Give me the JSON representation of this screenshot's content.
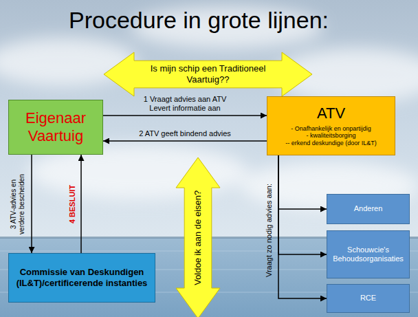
{
  "diagram": {
    "title": "Procedure in grote lijnen:",
    "nodes": [
      {
        "text": [
          "Is mijn schip een Traditioneel Vaartuig??"
        ]
      },
      {
        "text": [
          "Eigenaar Vaartuig"
        ]
      },
      {
        "text": [
          "ATV",
          "- Onafhankelijk en onpartijdig",
          "- kwaliteitsborging",
          "-- erkend deskundige (door IL&T)"
        ]
      },
      {
        "text": [
          "Voldoe ik aan de eisen?"
        ]
      },
      {
        "text": [
          "Commissie van Deskundigen (IL&T)/certificerende instanties"
        ]
      },
      {
        "text": [
          "Anderen"
        ]
      },
      {
        "text": [
          "Schouwcie's Behoudsorganisaties"
        ]
      },
      {
        "text": [
          "RCE"
        ]
      }
    ],
    "edges": [
      {
        "from": 1,
        "to": 2,
        "arrow": "to",
        "label": "1 Vraagt advies aan ATV Levert informatie aan"
      },
      {
        "from": 2,
        "to": 1,
        "arrow": "to",
        "label": "2 ATV geeft bindend advies"
      },
      {
        "from": 1,
        "to": 4,
        "arrow": "to",
        "label": "3 ATV-advies en verdere bescheiden"
      },
      {
        "from": 4,
        "to": 1,
        "arrow": "to",
        "label": "4 BESLUIT"
      },
      {
        "from": 2,
        "to": 5,
        "arrow": "to",
        "label": "Vraagt zo nodig advies aan:"
      },
      {
        "from": 2,
        "to": 6,
        "arrow": "to"
      },
      {
        "from": 2,
        "to": 7,
        "arrow": "to"
      }
    ]
  }
}
